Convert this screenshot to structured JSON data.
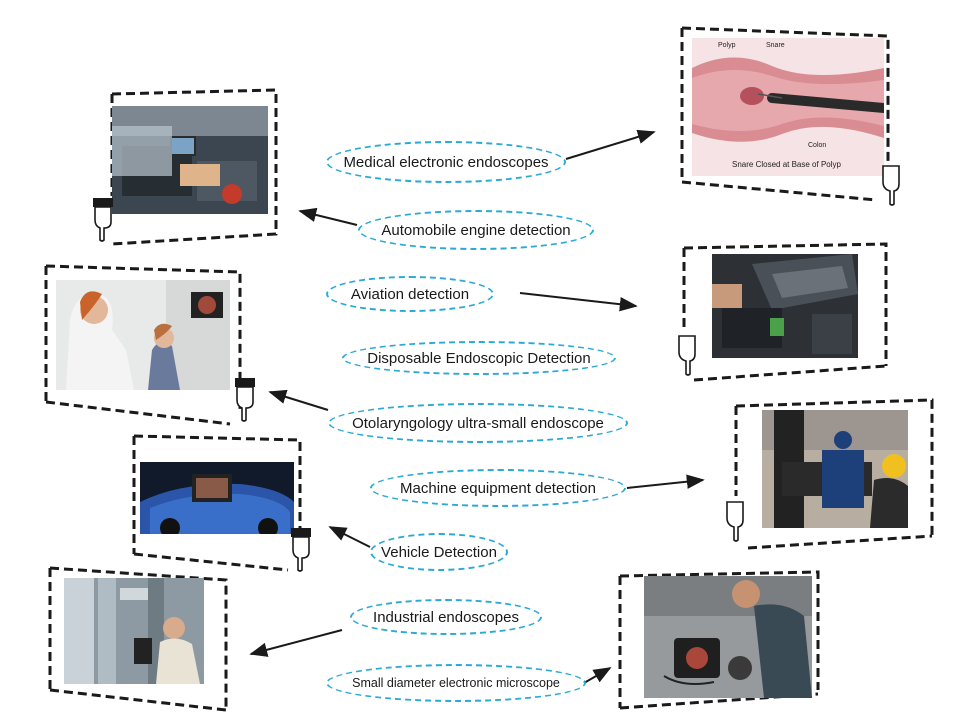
{
  "labels": {
    "medical": "Medical electronic endoscopes",
    "automobile": "Automobile engine detection",
    "aviation": "Aviation detection",
    "disposable": "Disposable Endoscopic Detection",
    "otolaryngology": "Otolaryngology ultra-small endoscope",
    "machine": "Machine equipment detection",
    "vehicle": "Vehicle Detection",
    "industrial": "Industrial endoscopes",
    "microscope": "Small diameter electronic microscope"
  },
  "medical_illustration": {
    "polyp": "Polyp",
    "snare": "Snare",
    "colon": "Colon",
    "caption": "Snare Closed at Base of Polyp"
  },
  "colors": {
    "ellipse_border": "#2aa9d8",
    "frame_border": "#1a1a1a",
    "arrow": "#1a1a1a"
  },
  "icons": [
    "pointing-hand-icon",
    "arrow-icon"
  ]
}
